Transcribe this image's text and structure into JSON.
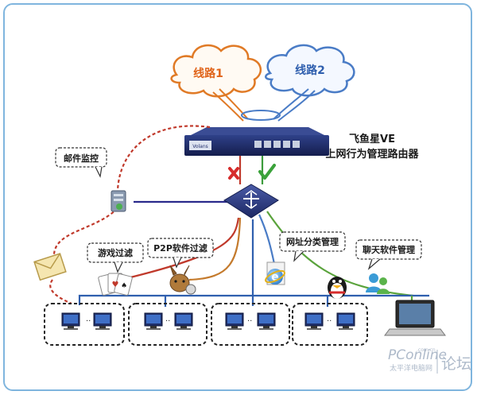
{
  "clouds": {
    "line1": "线路1",
    "line2": "线路2",
    "line1_color": "#e07a26",
    "line2_color": "#4a7cc6"
  },
  "device": {
    "name_line1": "飞鱼星VE",
    "name_line2": "上网行为管理路由器",
    "brand": "Volans"
  },
  "callouts": {
    "mail": "邮件监控",
    "game": "游戏过滤",
    "p2p": "P2P软件过滤",
    "url": "网址分类管理",
    "chat": "聊天软件管理"
  },
  "watermark": {
    "site": "PConline",
    "site_suffix": ".com.cn",
    "sub": "太平洋电脑网",
    "forum": "论坛"
  },
  "icons": [
    "cloud-icon",
    "router-icon",
    "switch-icon",
    "cross-mark-icon",
    "check-mark-icon",
    "mail-envelope-icon",
    "mail-server-icon",
    "playing-cards-icon",
    "donkey-icon",
    "ie-browser-icon",
    "qq-penguin-icon",
    "msn-people-icon",
    "laptop-icon",
    "computer-icon"
  ],
  "colors": {
    "mail_line": "#c0392b",
    "game_line": "#c0392b",
    "p2p_line": "#c47a2c",
    "url_line": "#4a7cc6",
    "chat_line": "#5aa33c",
    "frame": "#7fb5de",
    "device_body": "#1f2d6b"
  }
}
